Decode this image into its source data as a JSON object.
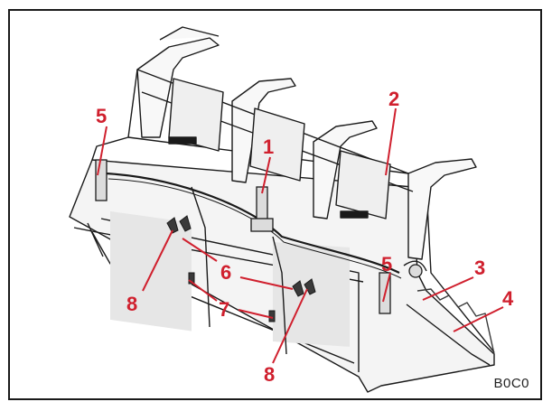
{
  "figure_code": "B0C0",
  "callouts": [
    {
      "id": "c1",
      "label": "1"
    },
    {
      "id": "c2",
      "label": "2"
    },
    {
      "id": "c3",
      "label": "3"
    },
    {
      "id": "c4",
      "label": "4"
    },
    {
      "id": "c5a",
      "label": "5"
    },
    {
      "id": "c5b",
      "label": "5"
    },
    {
      "id": "c6",
      "label": "6"
    },
    {
      "id": "c7",
      "label": "7"
    },
    {
      "id": "c8a",
      "label": "8"
    },
    {
      "id": "c8b",
      "label": "8"
    }
  ],
  "colors": {
    "callout": "#d0202e",
    "line": "#1a1a1a",
    "shade": "#dcdcdc",
    "dark": "#3a3a3a"
  }
}
